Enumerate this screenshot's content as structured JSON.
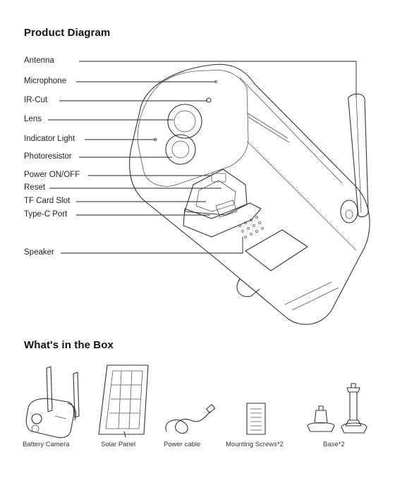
{
  "headings": {
    "product_diagram": "Product Diagram",
    "whats_in_box": "What's in the Box"
  },
  "diagram_labels": [
    {
      "id": "antenna",
      "text": "Antenna"
    },
    {
      "id": "microphone",
      "text": "Microphone"
    },
    {
      "id": "ir-cut",
      "text": "IR-Cut"
    },
    {
      "id": "lens",
      "text": "Lens"
    },
    {
      "id": "indicator-light",
      "text": "Indicator Light"
    },
    {
      "id": "photoresistor",
      "text": "Photoresistor"
    },
    {
      "id": "power",
      "text": "Power ON/OFF"
    },
    {
      "id": "reset",
      "text": "Reset"
    },
    {
      "id": "tf-card",
      "text": "TF Card Slot"
    },
    {
      "id": "type-c",
      "text": "Type-C Port"
    },
    {
      "id": "speaker",
      "text": "Speaker"
    }
  ],
  "box_items": [
    {
      "id": "battery-camera",
      "text": "Battery Camera"
    },
    {
      "id": "solar-panel",
      "text": "Solar Panel"
    },
    {
      "id": "power-cable",
      "text": "Power cable"
    },
    {
      "id": "mounting-screws",
      "text": "Mounting Screws*2"
    },
    {
      "id": "base",
      "text": "Base*2"
    }
  ],
  "colors": {
    "ink": "#333333",
    "text": "#1a1a1a",
    "background": "#ffffff"
  }
}
